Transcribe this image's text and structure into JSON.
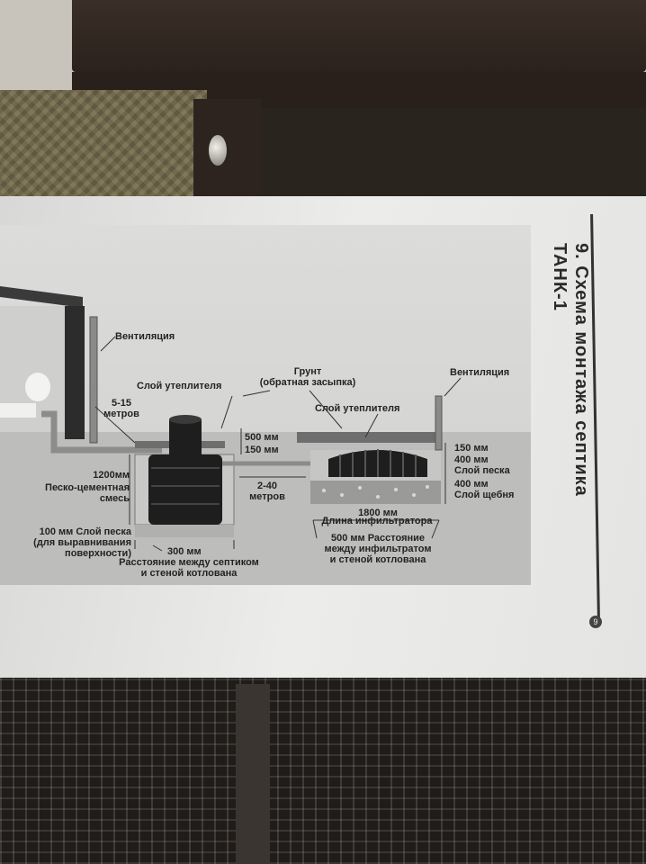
{
  "title": {
    "line1": "9. Схема монтажа септика",
    "line2": "ТАНК-1"
  },
  "page_number": "9",
  "labels": {
    "ventilation_left": "Вентиляция",
    "ventilation_right": "Вентиляция",
    "insulation_left": "Слой утеплителя",
    "insulation_right": "Слой утеплителя",
    "soil_line1": "Грунт",
    "soil_line2": "(обратная засыпка)",
    "distance_house_line1": "5-15",
    "distance_house_line2": "метров",
    "dim_500": "500 мм",
    "dim_150_left": "150 мм",
    "dim_150_right": "150 мм",
    "dim_400_sand": "400 мм",
    "sand_layer": "Слой песка",
    "dim_400_gravel": "400 мм",
    "gravel_layer": "Слой щебня",
    "dim_1200": "1200мм",
    "sand_cement_line1": "Песко-цементная",
    "sand_cement_line2": "смесь",
    "distance_tank_line1": "2-40",
    "distance_tank_line2": "метров",
    "dim_1800": "1800 мм",
    "infiltrator_length": "Длина инфильтратора",
    "sand_100_line1": "100 мм Слой песка",
    "sand_100_line2": "(для выравнивания",
    "sand_100_line3": "поверхности)",
    "dim_300": "300 мм",
    "gap_tank_line1": "Расстояние между септиком",
    "gap_tank_line2": "и стеной котлована",
    "gap_infil_line1": "500 мм Расстояние",
    "gap_infil_line2": "между инфильтратом",
    "gap_infil_line3": "и стеной котлована"
  },
  "colors": {
    "paper": "#e6e6e4",
    "print": "#d4d4d2",
    "ground": "#bdbdbb",
    "insulation": "#6e6e6e",
    "tank": "#1e1e1e",
    "sand": "#c6c6c4",
    "gravel": "#9a9a98"
  }
}
